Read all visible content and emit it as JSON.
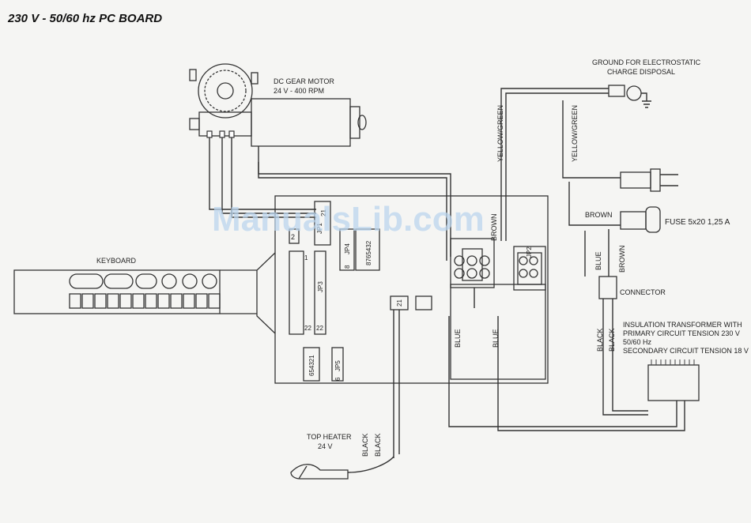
{
  "title": "230 V - 50/60 hz PC BOARD",
  "watermark": "ManualsLib.com",
  "components": {
    "motor": {
      "name": "DC GEAR MOTOR",
      "spec": "24 V - 400 RPM"
    },
    "ground": {
      "line1": "GROUND FOR ELECTROSTATIC",
      "line2": "CHARGE DISPOSAL"
    },
    "fuse": "FUSE 5x20 1,25 A",
    "connector": "CONNECTOR",
    "keyboard": "KEYBOARD",
    "transformer": {
      "line1": "INSULATION TRANSFORMER WITH",
      "line2": "PRIMARY CIRCUIT TENSION 230 V",
      "line3": "50/60 Hz",
      "line4": "SECONDARY CIRCUIT TENSION 18 V"
    },
    "heater": {
      "name": "TOP HEATER",
      "spec": "24 V"
    }
  },
  "wire_labels": {
    "yellow_green": "YELLOW/GREEN",
    "brown": "BROWN",
    "blue": "BLUE",
    "black": "BLACK"
  },
  "board_labels": {
    "jp1": "JP1",
    "jp2": "JP2",
    "jp3": "JP3",
    "jp4": "JP4",
    "jp5": "JP5",
    "pin_8765432": "8765432",
    "pin_654321": "654321",
    "pin_21": "21",
    "pin_1": "1",
    "pin_22": "22",
    "pin_2": "2",
    "pin_6": "6",
    "pin_8": "8"
  },
  "colors": {
    "ink": "#333333",
    "watermark": "#bcd6ee",
    "paper": "#f5f5f3"
  }
}
